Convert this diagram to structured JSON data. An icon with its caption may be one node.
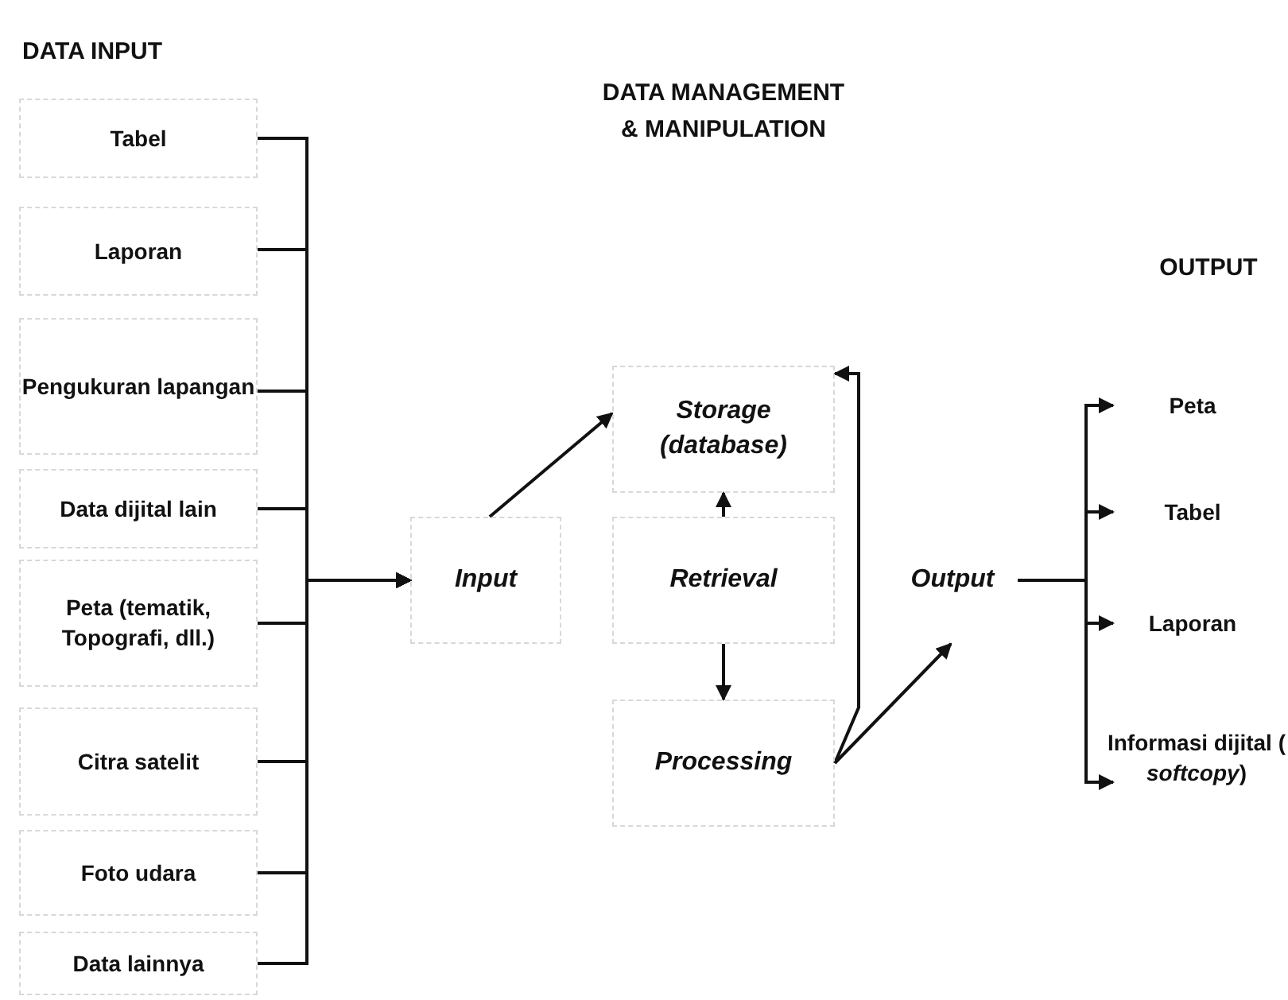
{
  "diagram": {
    "nodes": [
      {
        "text": [
          "Tabel"
        ]
      },
      {
        "text": [
          "Laporan"
        ]
      },
      {
        "text": [
          "Pengukuran lapangan"
        ]
      },
      {
        "text": [
          "Data dijital lain"
        ]
      },
      {
        "text": [
          "Peta (tematik, Topografi, dll.)"
        ]
      },
      {
        "text": [
          "Citra satelit"
        ]
      },
      {
        "text": [
          "Foto udara"
        ]
      },
      {
        "text": [
          "Data lainnya"
        ]
      },
      {
        "text": [
          "Input"
        ]
      },
      {
        "text": [
          "Storage (database)"
        ]
      },
      {
        "text": [
          "Retrieval"
        ]
      },
      {
        "text": [
          "Processing"
        ]
      },
      {
        "text": [
          "Output"
        ]
      },
      {
        "text": [
          "Peta"
        ]
      },
      {
        "text": [
          "Tabel"
        ]
      },
      {
        "text": [
          "Laporan"
        ]
      },
      {
        "text": [
          "Informasi dijital ( *softcopy*)"
        ]
      }
    ],
    "edges": [
      {
        "from": 0,
        "to": 8,
        "arrow": "to"
      },
      {
        "from": 1,
        "to": 8,
        "arrow": "to"
      },
      {
        "from": 2,
        "to": 8,
        "arrow": "to"
      },
      {
        "from": 3,
        "to": 8,
        "arrow": "to"
      },
      {
        "from": 4,
        "to": 8,
        "arrow": "to"
      },
      {
        "from": 5,
        "to": 8,
        "arrow": "to"
      },
      {
        "from": 6,
        "to": 8,
        "arrow": "to"
      },
      {
        "from": 7,
        "to": 8,
        "arrow": "to"
      },
      {
        "from": 8,
        "to": 9,
        "arrow": "to"
      },
      {
        "from": 10,
        "to": 9,
        "arrow": "to"
      },
      {
        "from": 10,
        "to": 11,
        "arrow": "to"
      },
      {
        "from": 11,
        "to": 9,
        "arrow": "to"
      },
      {
        "from": 11,
        "to": 12,
        "arrow": "to"
      },
      {
        "from": 12,
        "to": 13,
        "arrow": "to"
      },
      {
        "from": 12,
        "to": 14,
        "arrow": "to"
      },
      {
        "from": 12,
        "to": 15,
        "arrow": "to"
      },
      {
        "from": 12,
        "to": 16,
        "arrow": "to"
      }
    ],
    "labels": [
      "DATA INPUT",
      "DATA MANAGEMENT & MANIPULATION",
      "OUTPUT"
    ]
  }
}
